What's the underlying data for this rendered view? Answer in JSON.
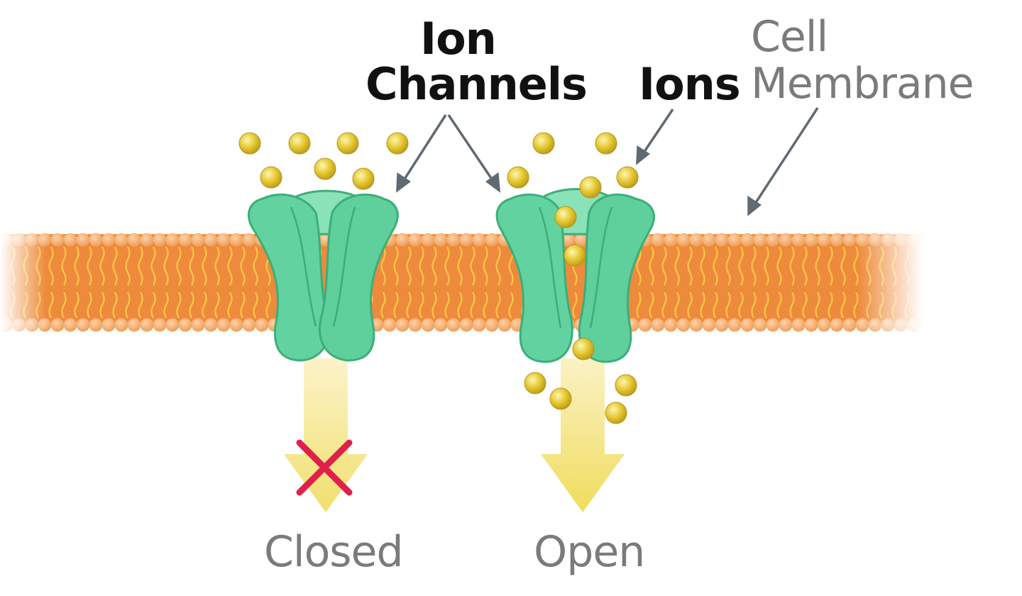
{
  "labels": {
    "ion_channels_line1": "Ion",
    "ion_channels_line2": "Channels",
    "ions": "Ions",
    "cell_membrane_line1": "Cell",
    "cell_membrane_line2": "Membrane",
    "closed": "Closed",
    "open": "Open"
  },
  "colors": {
    "membrane_head": "#f4a55f",
    "membrane_core": "#ee8a3b",
    "membrane_tail": "#f9c84a",
    "channel_fill": "#62d3a0",
    "channel_stroke": "#3cae7a",
    "ion_fill": "#e3c62e",
    "flow_arrow": "#f2df6a",
    "blocked_x": "#e0204a",
    "label_dark": "#111111",
    "label_grey": "#7b7b7b",
    "pointer_line": "#5f6a72"
  },
  "icons": {
    "blocked": "red-x-icon"
  }
}
